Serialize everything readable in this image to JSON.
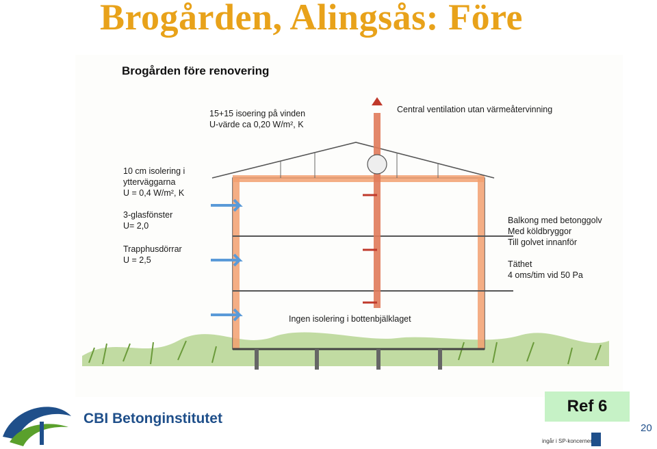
{
  "slide": {
    "title": "Brogården, Alingsås: Före",
    "page_number": "20",
    "ref_label": "Ref 6"
  },
  "drawing": {
    "title": "Brogården före renovering",
    "labels": {
      "roof_line1": "15+15 isoering på vinden",
      "roof_line2": "U-värde ca 0,20 W/m², K",
      "ventilation": "Central ventilation utan värmeåtervinning",
      "walls_line1": "10 cm isolering i",
      "walls_line2": "ytterväggarna",
      "walls_line3": "U = 0,4 W/m², K",
      "windows_line1": "3-glasfönster",
      "windows_line2": "U= 2,0",
      "doors_line1": "Trapphusdörrar",
      "doors_line2": "U = 2,5",
      "balcony_line1": "Balkong med betonggolv",
      "balcony_line2": "Med köldbryggor",
      "balcony_line3": "Till golvet innanför",
      "tightness_line1": "Täthet",
      "tightness_line2": "4 oms/tim vid 50 Pa",
      "basement": "Ingen isolering i bottenbjälklaget"
    }
  },
  "footer": {
    "brand": "CBI Betonginstitutet",
    "sp_tag": "ingår i SP-koncernen"
  },
  "colors": {
    "title": "#e8a21a",
    "insulation": "#f2a070",
    "duct": "#e07a5a",
    "air_arrow": "#5a9ad8",
    "grass": "#7fb04a",
    "brand_blue": "#1f4f8a",
    "brand_green": "#5aa02c",
    "ref_bg": "#c6f2c6"
  },
  "icons": {
    "logo": "cbi-arch-logo",
    "sp": "sp-logo"
  }
}
